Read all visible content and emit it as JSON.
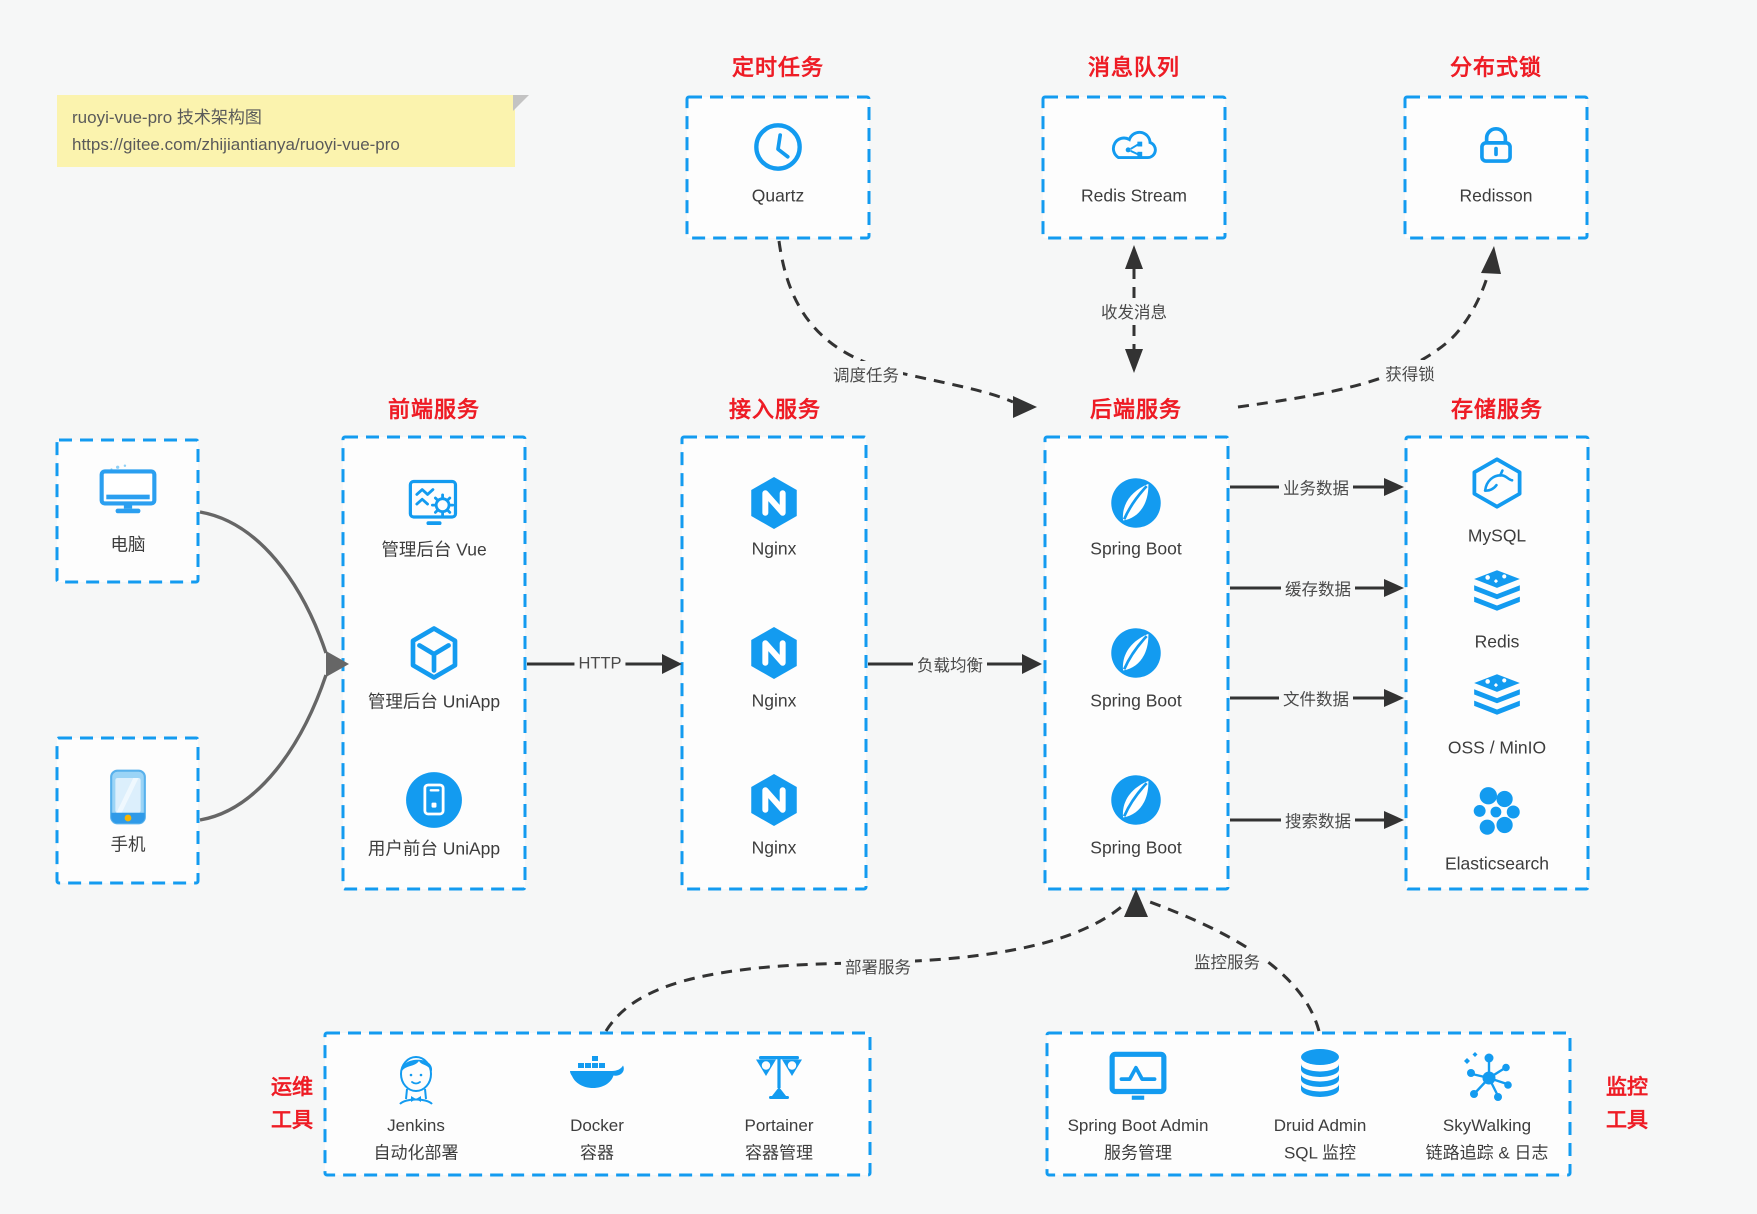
{
  "colors": {
    "accent": "#139bf0",
    "title_red": "#ee1c25",
    "note_bg": "#fbf3ae",
    "arrow_dark": "#333333",
    "device_arrow": "#666666"
  },
  "note": {
    "line1": "ruoyi-vue-pro 技术架构图",
    "line2": "https://gitee.com/zhijiantianya/ruoyi-vue-pro"
  },
  "top": {
    "scheduler": {
      "title": "定时任务",
      "item": "Quartz"
    },
    "mq": {
      "title": "消息队列",
      "item": "Redis Stream"
    },
    "lock": {
      "title": "分布式锁",
      "item": "Redisson"
    }
  },
  "clients": {
    "pc": {
      "label": "电脑"
    },
    "mobile": {
      "label": "手机"
    }
  },
  "frontend": {
    "title": "前端服务",
    "items": [
      "管理后台 Vue",
      "管理后台 UniApp",
      "用户前台 UniApp"
    ]
  },
  "gateway": {
    "title": "接入服务",
    "items": [
      "Nginx",
      "Nginx",
      "Nginx"
    ]
  },
  "backend": {
    "title": "后端服务",
    "items": [
      "Spring Boot",
      "Spring Boot",
      "Spring Boot"
    ]
  },
  "storage": {
    "title": "存储服务",
    "items": [
      "MySQL",
      "Redis",
      "OSS / MinIO",
      "Elasticsearch"
    ]
  },
  "ops": {
    "side_line1": "运维",
    "side_line2": "工具",
    "items": [
      {
        "name": "Jenkins",
        "desc": "自动化部署"
      },
      {
        "name": "Docker",
        "desc": "容器"
      },
      {
        "name": "Portainer",
        "desc": "容器管理"
      }
    ]
  },
  "monitoring": {
    "side_line1": "监控",
    "side_line2": "工具",
    "items": [
      {
        "name": "Spring Boot Admin",
        "desc": "服务管理"
      },
      {
        "name": "Druid Admin",
        "desc": "SQL 监控"
      },
      {
        "name": "SkyWalking",
        "desc": "链路追踪 & 日志"
      }
    ]
  },
  "edges": {
    "schedule": "调度任务",
    "message": "收发消息",
    "lock": "获得锁",
    "http": "HTTP",
    "load_balance": "负载均衡",
    "biz_data": "业务数据",
    "cache_data": "缓存数据",
    "file_data": "文件数据",
    "search_data": "搜索数据",
    "deploy": "部署服务",
    "monitor": "监控服务"
  }
}
